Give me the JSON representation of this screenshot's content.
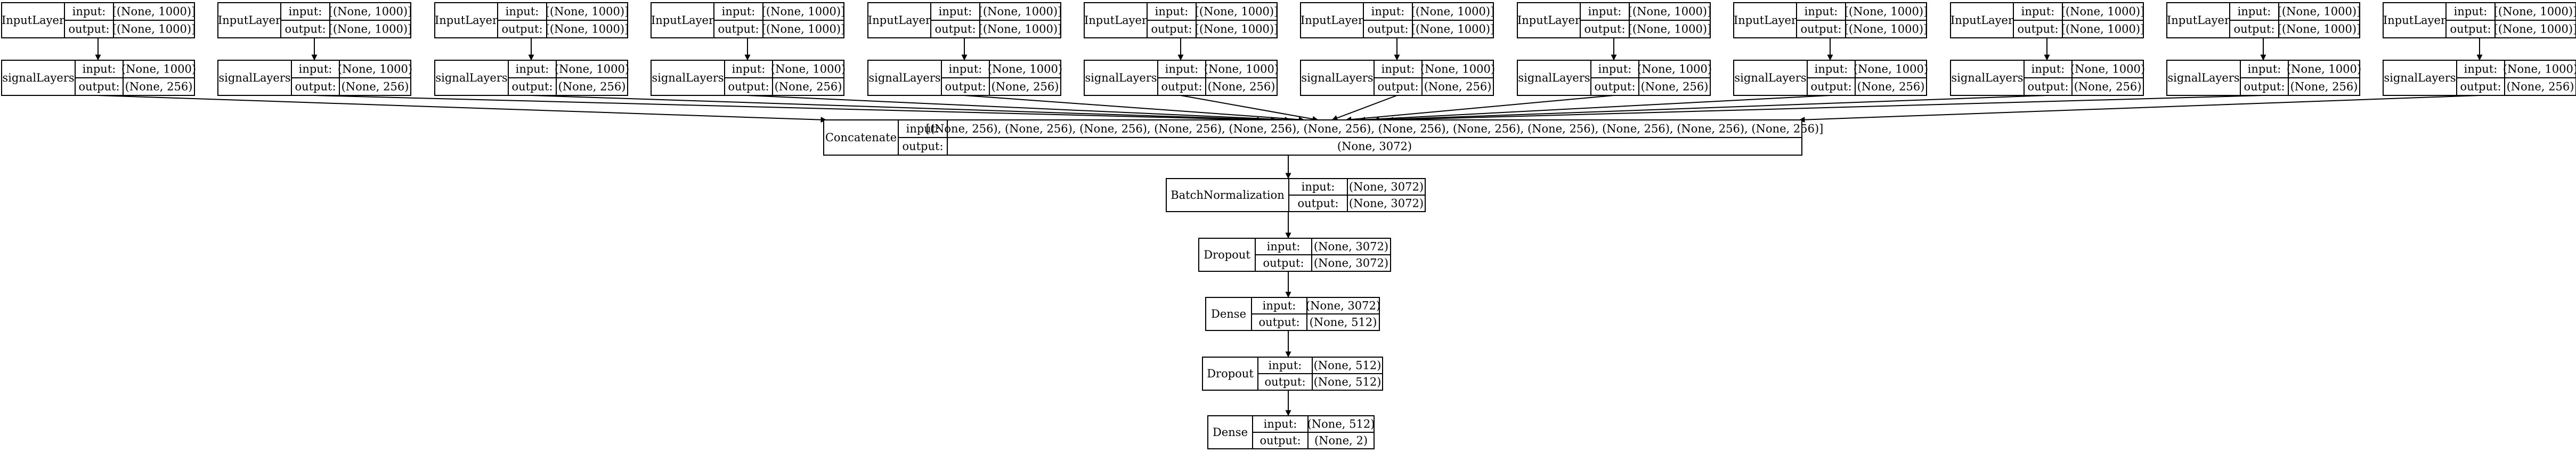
{
  "labels": {
    "input": "input:",
    "output": "output:"
  },
  "inputs": [
    {
      "name": "InputLayer",
      "in": "[(None, 1000)]",
      "out": "[(None, 1000)]"
    },
    {
      "name": "InputLayer",
      "in": "[(None, 1000)]",
      "out": "[(None, 1000)]"
    },
    {
      "name": "InputLayer",
      "in": "[(None, 1000)]",
      "out": "[(None, 1000)]"
    },
    {
      "name": "InputLayer",
      "in": "[(None, 1000)]",
      "out": "[(None, 1000)]"
    },
    {
      "name": "InputLayer",
      "in": "[(None, 1000)]",
      "out": "[(None, 1000)]"
    },
    {
      "name": "InputLayer",
      "in": "[(None, 1000)]",
      "out": "[(None, 1000)]"
    },
    {
      "name": "InputLayer",
      "in": "[(None, 1000)]",
      "out": "[(None, 1000)]"
    },
    {
      "name": "InputLayer",
      "in": "[(None, 1000)]",
      "out": "[(None, 1000)]"
    },
    {
      "name": "InputLayer",
      "in": "[(None, 1000)]",
      "out": "[(None, 1000)]"
    },
    {
      "name": "InputLayer",
      "in": "[(None, 1000)]",
      "out": "[(None, 1000)]"
    },
    {
      "name": "InputLayer",
      "in": "[(None, 1000)]",
      "out": "[(None, 1000)]"
    },
    {
      "name": "InputLayer",
      "in": "[(None, 1000)]",
      "out": "[(None, 1000)]"
    }
  ],
  "signals": [
    {
      "name": "signalLayers",
      "in": "(None, 1000)",
      "out": "(None, 256)"
    },
    {
      "name": "signalLayers",
      "in": "(None, 1000)",
      "out": "(None, 256)"
    },
    {
      "name": "signalLayers",
      "in": "(None, 1000)",
      "out": "(None, 256)"
    },
    {
      "name": "signalLayers",
      "in": "(None, 1000)",
      "out": "(None, 256)"
    },
    {
      "name": "signalLayers",
      "in": "(None, 1000)",
      "out": "(None, 256)"
    },
    {
      "name": "signalLayers",
      "in": "(None, 1000)",
      "out": "(None, 256)"
    },
    {
      "name": "signalLayers",
      "in": "(None, 1000)",
      "out": "(None, 256)"
    },
    {
      "name": "signalLayers",
      "in": "(None, 1000)",
      "out": "(None, 256)"
    },
    {
      "name": "signalLayers",
      "in": "(None, 1000)",
      "out": "(None, 256)"
    },
    {
      "name": "signalLayers",
      "in": "(None, 1000)",
      "out": "(None, 256)"
    },
    {
      "name": "signalLayers",
      "in": "(None, 1000)",
      "out": "(None, 256)"
    },
    {
      "name": "signalLayers",
      "in": "(None, 1000)",
      "out": "(None, 256)"
    }
  ],
  "concat": {
    "name": "Concatenate",
    "in": "[(None, 256), (None, 256), (None, 256), (None, 256), (None, 256), (None, 256), (None, 256), (None, 256), (None, 256), (None, 256), (None, 256), (None, 256)]",
    "out": "(None, 3072)"
  },
  "chain": [
    {
      "name": "BatchNormalization",
      "in": "(None, 3072)",
      "out": "(None, 3072)"
    },
    {
      "name": "Dropout",
      "in": "(None, 3072)",
      "out": "(None, 3072)"
    },
    {
      "name": "Dense",
      "in": "(None, 3072)",
      "out": "(None, 512)"
    },
    {
      "name": "Dropout",
      "in": "(None, 512)",
      "out": "(None, 512)"
    },
    {
      "name": "Dense",
      "in": "(None, 512)",
      "out": "(None, 2)"
    }
  ]
}
